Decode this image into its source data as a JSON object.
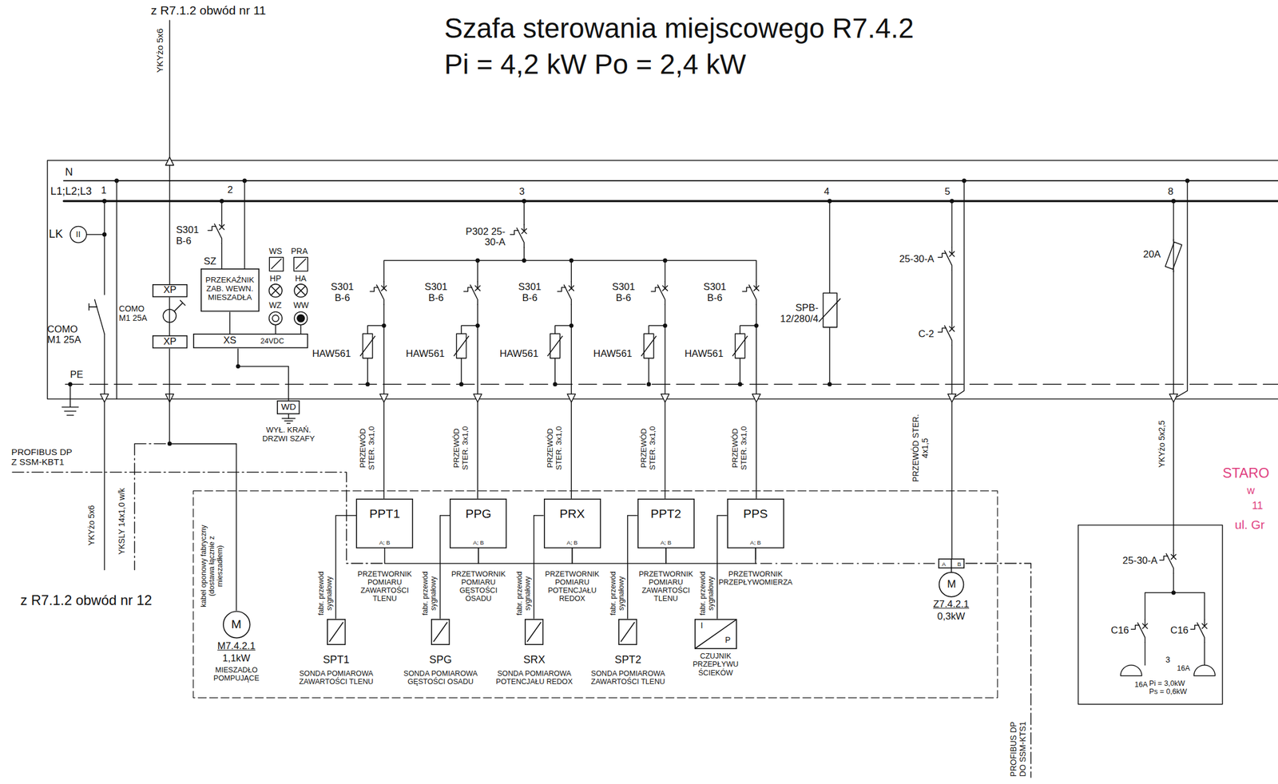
{
  "diagram": {
    "title": "Szafa sterowania miejscowego R7.4.2",
    "nodes": [
      {
        "text": [
          "XP"
        ]
      },
      {
        "text": [
          "XP"
        ]
      },
      {
        "text": [
          "SZ",
          "PRZEKAŹNIK ZAB. WEWN. MIESZADŁA"
        ]
      },
      {
        "text": [
          "XS",
          "24VDC"
        ]
      },
      {
        "text": [
          "WD",
          "WYŁ. KRAŃ. DRZWI SZAFY"
        ]
      },
      {
        "text": [
          "M",
          "M7.4.2.1",
          "1,1kW",
          "MIESZADŁO POMPUJĄCE"
        ]
      },
      {
        "text": [
          "PPT1",
          "A; B",
          "PRZETWORNIK POMIARU ZAWARTOŚCI TLENU"
        ]
      },
      {
        "text": [
          "PPG",
          "A; B",
          "PRZETWORNIK POMIARU GĘSTOŚCI OSADU"
        ]
      },
      {
        "text": [
          "PRX",
          "A; B",
          "PRZETWORNIK POMIARU POTENCJAŁU REDOX"
        ]
      },
      {
        "text": [
          "PPT2",
          "A; B",
          "PRZETWORNIK POMIARU ZAWARTOŚCI TLENU"
        ]
      },
      {
        "text": [
          "PPS",
          "A; B",
          "PRZETWORNIK PRZEPŁYWOMIERZA"
        ]
      },
      {
        "text": [
          "SPT1",
          "SONDA POMIAROWA ZAWARTOŚCI TLENU"
        ]
      },
      {
        "text": [
          "SPG",
          "SONDA POMIAROWA GĘSTOŚCI OSADU"
        ]
      },
      {
        "text": [
          "SRX",
          "SONDA POMIAROWA POTENCJAŁU REDOX"
        ]
      },
      {
        "text": [
          "SPT2",
          "SONDA POMIAROWA ZAWARTOŚCI TLENU"
        ]
      },
      {
        "text": [
          "I",
          "P",
          "CZUJNIK PRZEPŁYWU ŚCIEKÓW"
        ]
      },
      {
        "text": [
          "M",
          "Z7.4.2.1",
          "0,3kW"
        ]
      }
    ],
    "edges": [
      {
        "from": 0,
        "to": 1,
        "arrow": "none"
      },
      {
        "from": 1,
        "to": 5,
        "label": "kabel oponowy fabryczny (dostawa łącznie z mieszadłem)",
        "arrow": "none"
      },
      {
        "from": 2,
        "to": 3,
        "arrow": "none"
      },
      {
        "from": 3,
        "to": 4,
        "arrow": "none"
      },
      {
        "from": 6,
        "to": 11,
        "label": "fabr. przewód sygnałowy",
        "arrow": "none"
      },
      {
        "from": 7,
        "to": 12,
        "label": "fabr. przewód sygnałowy",
        "arrow": "none"
      },
      {
        "from": 8,
        "to": 13,
        "label": "fabr. przewód sygnałowy",
        "arrow": "none"
      },
      {
        "from": 9,
        "to": 14,
        "label": "fabr. przewód sygnałowy",
        "arrow": "none"
      },
      {
        "from": 10,
        "to": 15,
        "label": "fabr. przewód sygnałowy",
        "arrow": "none"
      },
      {
        "from": 6,
        "to": 7,
        "arrow": "none"
      },
      {
        "from": 7,
        "to": 8,
        "arrow": "none"
      },
      {
        "from": 8,
        "to": 9,
        "arrow": "none"
      },
      {
        "from": 9,
        "to": 10,
        "arrow": "none"
      },
      {
        "from": 10,
        "to": 16,
        "arrow": "none"
      }
    ],
    "labels": [
      "Pi = 4,2 kW Po = 2,4 kW",
      "z R7.1.2 obwód nr 11",
      "YKYżo 5x6",
      "N",
      "L1;L2;L3",
      "1",
      "2",
      "3",
      "4",
      "5",
      "8",
      "LK",
      "II",
      "COMO M1 25A",
      "COMO M1 25A",
      "PE",
      "S301 B-6",
      "WS",
      "PRA",
      "HP",
      "HA",
      "WZ",
      "WW",
      "P302 25-30-A",
      "S301 B-6",
      "S301 B-6",
      "S301 B-6",
      "S301 B-6",
      "S301 B-6",
      "HAW561",
      "HAW561",
      "HAW561",
      "HAW561",
      "HAW561",
      "SPB-12/280/4",
      "25-30-A",
      "C-2",
      "20A",
      "PRZEWÓD STER. 3x1,0",
      "PRZEWÓD STER. 3x1,0",
      "PRZEWÓD STER. 3x1,0",
      "PRZEWÓD STER. 3x1,0",
      "PRZEWÓD STER. 3x1,0",
      "PRZEWÓD STER. 4x1,5",
      "YKYżo 5x2,5",
      "PROFIBUS DP Z SSM-KBT1",
      "YKYżo 5x6",
      "YKSLY 14x1,0 w/k",
      "z R7.1.2 obwód nr 12",
      "PROFIBUS DP DO SSM-KTS1",
      "A",
      "B",
      "25-30-A",
      "C16",
      "C16",
      "3",
      "16A",
      "16A",
      "Pi = 3,0kW Ps = 0,6kW",
      "STARO",
      "w",
      "11",
      "ul. Gr"
    ]
  }
}
